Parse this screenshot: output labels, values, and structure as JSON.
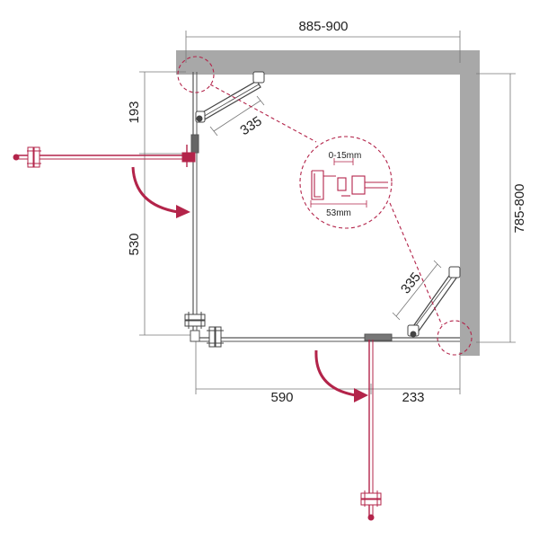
{
  "dimensions": {
    "width_top": "885-900",
    "height_right": "785-800",
    "left_upper": "193",
    "left_lower": "530",
    "bottom_left": "590",
    "bottom_right": "233",
    "brace_top": "335",
    "brace_right": "335"
  },
  "detail": {
    "gap": "0-15mm",
    "profile": "53mm"
  },
  "colors": {
    "wall": "#a8a8a8",
    "door": "#b3244a",
    "line": "#555555",
    "detail": "#b3244a"
  }
}
